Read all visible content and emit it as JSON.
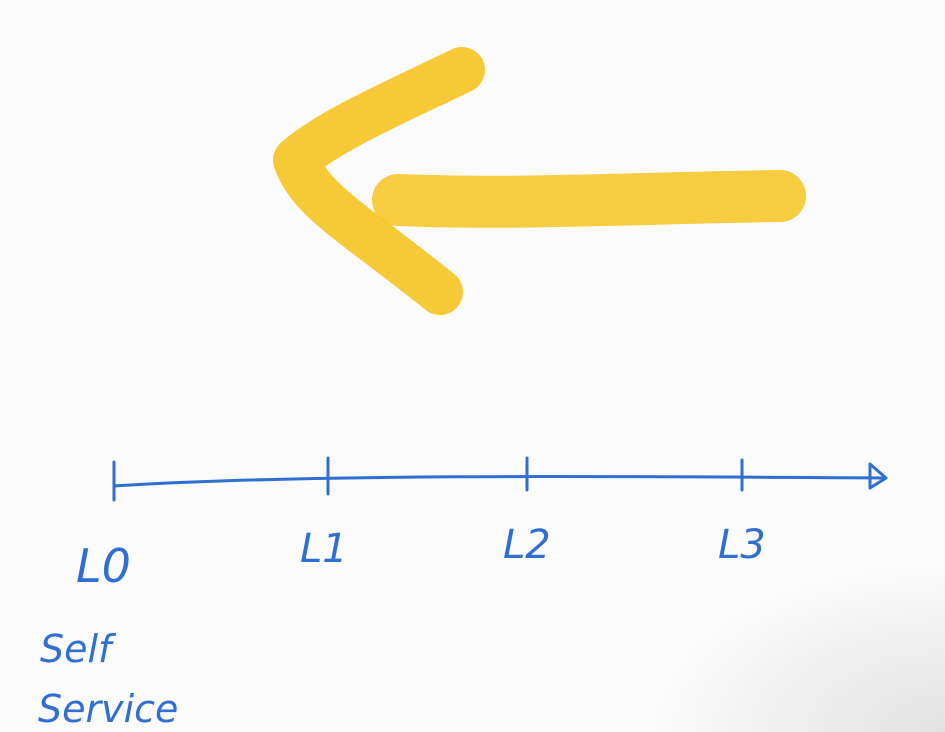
{
  "colors": {
    "arrow": "#f5c526",
    "ink": "#2f6fd1"
  },
  "timeline": {
    "levels": [
      "L0",
      "L1",
      "L2",
      "L3"
    ],
    "note_line1": "Self",
    "note_line2": "Service"
  },
  "arrow": {
    "direction": "left"
  }
}
